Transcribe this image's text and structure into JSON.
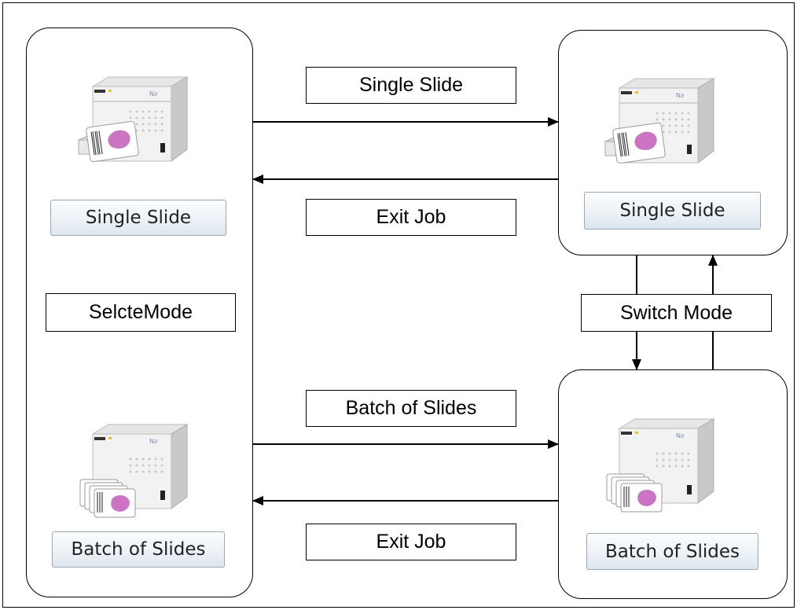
{
  "left_panel": {
    "single_button": "Single Slide",
    "mode_label": "SelcteMode",
    "batch_button": "Batch of Slides"
  },
  "right_top_panel": {
    "button": "Single Slide"
  },
  "right_bottom_panel": {
    "button": "Batch of Slides"
  },
  "flow_labels": {
    "single_forward": "Single Slide",
    "single_exit": "Exit Job",
    "batch_forward": "Batch of Slides",
    "batch_exit": "Exit Job",
    "switch_mode": "Switch Mode"
  },
  "device_icons": {
    "single": "scanner-with-single-slide-icon",
    "batch": "scanner-with-slide-stack-icon"
  }
}
